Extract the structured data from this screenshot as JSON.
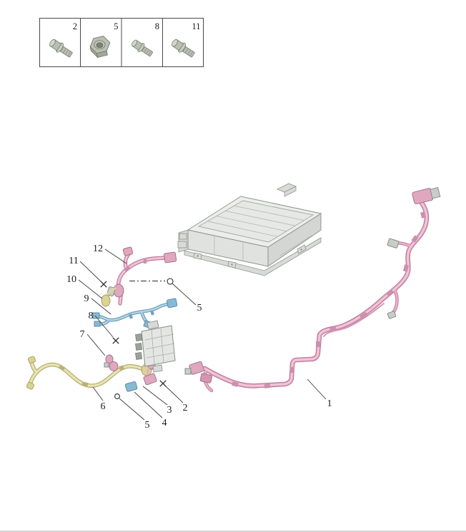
{
  "legend": {
    "items": [
      {
        "label": "2",
        "part": "flange-bolt"
      },
      {
        "label": "5",
        "part": "hex-flange-nut"
      },
      {
        "label": "8",
        "part": "flange-bolt"
      },
      {
        "label": "11",
        "part": "flange-bolt"
      }
    ]
  },
  "callouts": [
    {
      "label": "12"
    },
    {
      "label": "11",
      "marker": "×"
    },
    {
      "label": "10"
    },
    {
      "label": "9"
    },
    {
      "label": "8",
      "marker": "×"
    },
    {
      "label": "7"
    },
    {
      "label": "6"
    },
    {
      "label": "5",
      "marker": "○"
    },
    {
      "label": "4"
    },
    {
      "label": "3"
    },
    {
      "label": "2",
      "marker": "×"
    },
    {
      "label": "5",
      "marker": "○"
    },
    {
      "label": "1"
    }
  ],
  "colors": {
    "harness_main_pink": "#e8adc4",
    "harness_aux_pink": "#e8adc4",
    "harness_blue": "#8ec2da",
    "harness_yellow": "#dcd79b",
    "component_gray": "#e4e6e4"
  }
}
